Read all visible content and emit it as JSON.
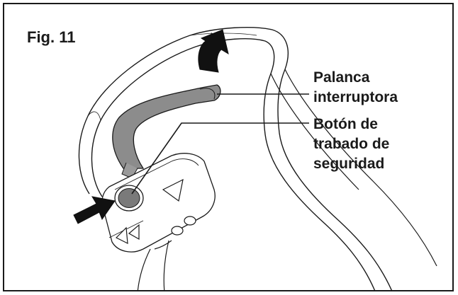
{
  "figure": {
    "title": "Fig. 11"
  },
  "callouts": {
    "switch_lever": [
      "Palanca",
      "interruptora"
    ],
    "safety_lock_button": [
      "Botón de",
      "trabado de",
      "seguridad"
    ]
  },
  "colors": {
    "lever": "#8c8c8c",
    "button": "#7a7a7a",
    "arrow": "#111111",
    "line": "#1a1a1a"
  }
}
